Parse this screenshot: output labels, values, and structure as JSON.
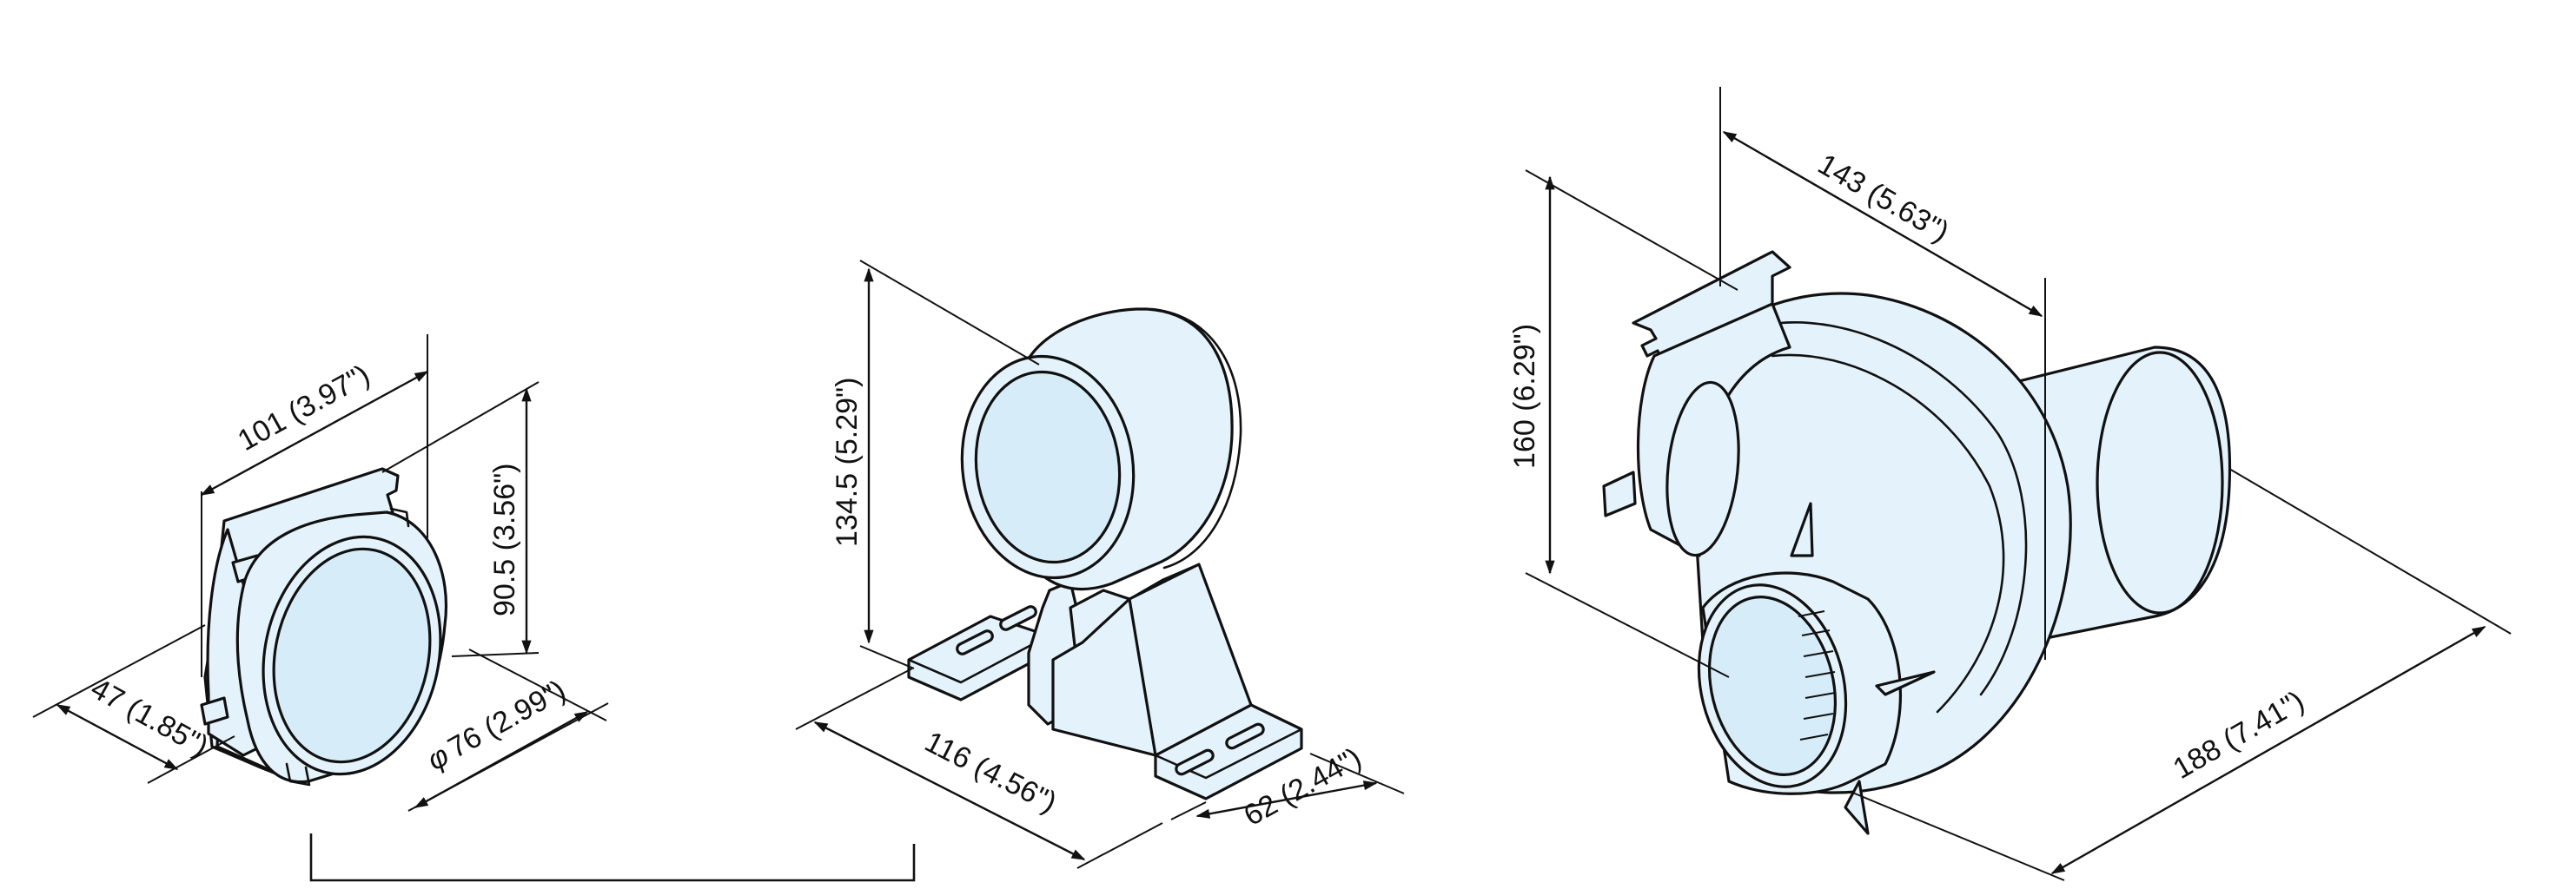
{
  "adapter": {
    "dim_width": "101 (3.97\")",
    "dim_height": "90.5 (3.56\")",
    "dim_depth": "47 (1.85\")",
    "dim_dia": "76 (2.99\")",
    "dia_symbol": "φ"
  },
  "bracket": {
    "dim_height": "134.5 (5.29\")",
    "dim_length": "116 (4.56\")",
    "dim_depth": "62 (2.44\")"
  },
  "blower": {
    "dim_top": "143 (5.63\")",
    "dim_height": "160 (6.29\")",
    "dim_length": "188 (7.41\")"
  }
}
